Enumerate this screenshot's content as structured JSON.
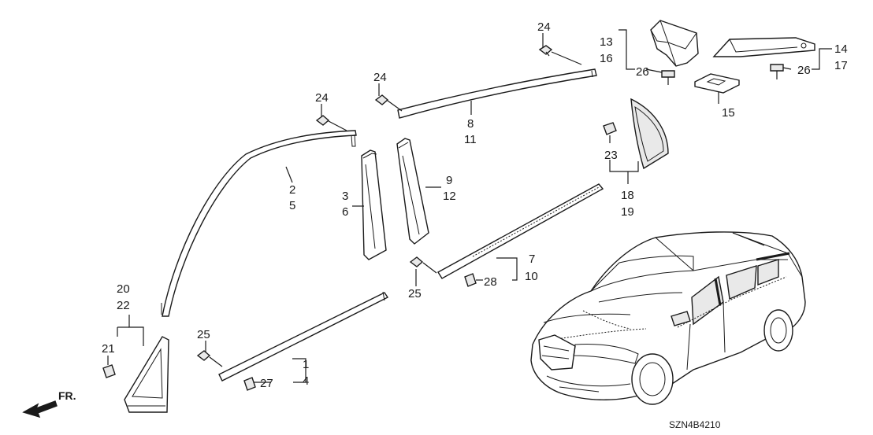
{
  "diagram": {
    "part_labels": {
      "p1": "1",
      "p2": "2",
      "p3": "3",
      "p4": "4",
      "p5": "5",
      "p6": "6",
      "p7": "7",
      "p8": "8",
      "p9": "9",
      "p10": "10",
      "p11": "11",
      "p12": "12",
      "p13": "13",
      "p14": "14",
      "p15": "15",
      "p16": "16",
      "p17": "17",
      "p18": "18",
      "p19": "19",
      "p20": "20",
      "p21": "21",
      "p22": "22",
      "p23": "23",
      "p24a": "24",
      "p24b": "24",
      "p24c": "24",
      "p25a": "25",
      "p25b": "25",
      "p26a": "26",
      "p26b": "26",
      "p27": "27",
      "p28": "28"
    },
    "direction_label": "FR.",
    "drawing_code": "SZN4B4210"
  }
}
